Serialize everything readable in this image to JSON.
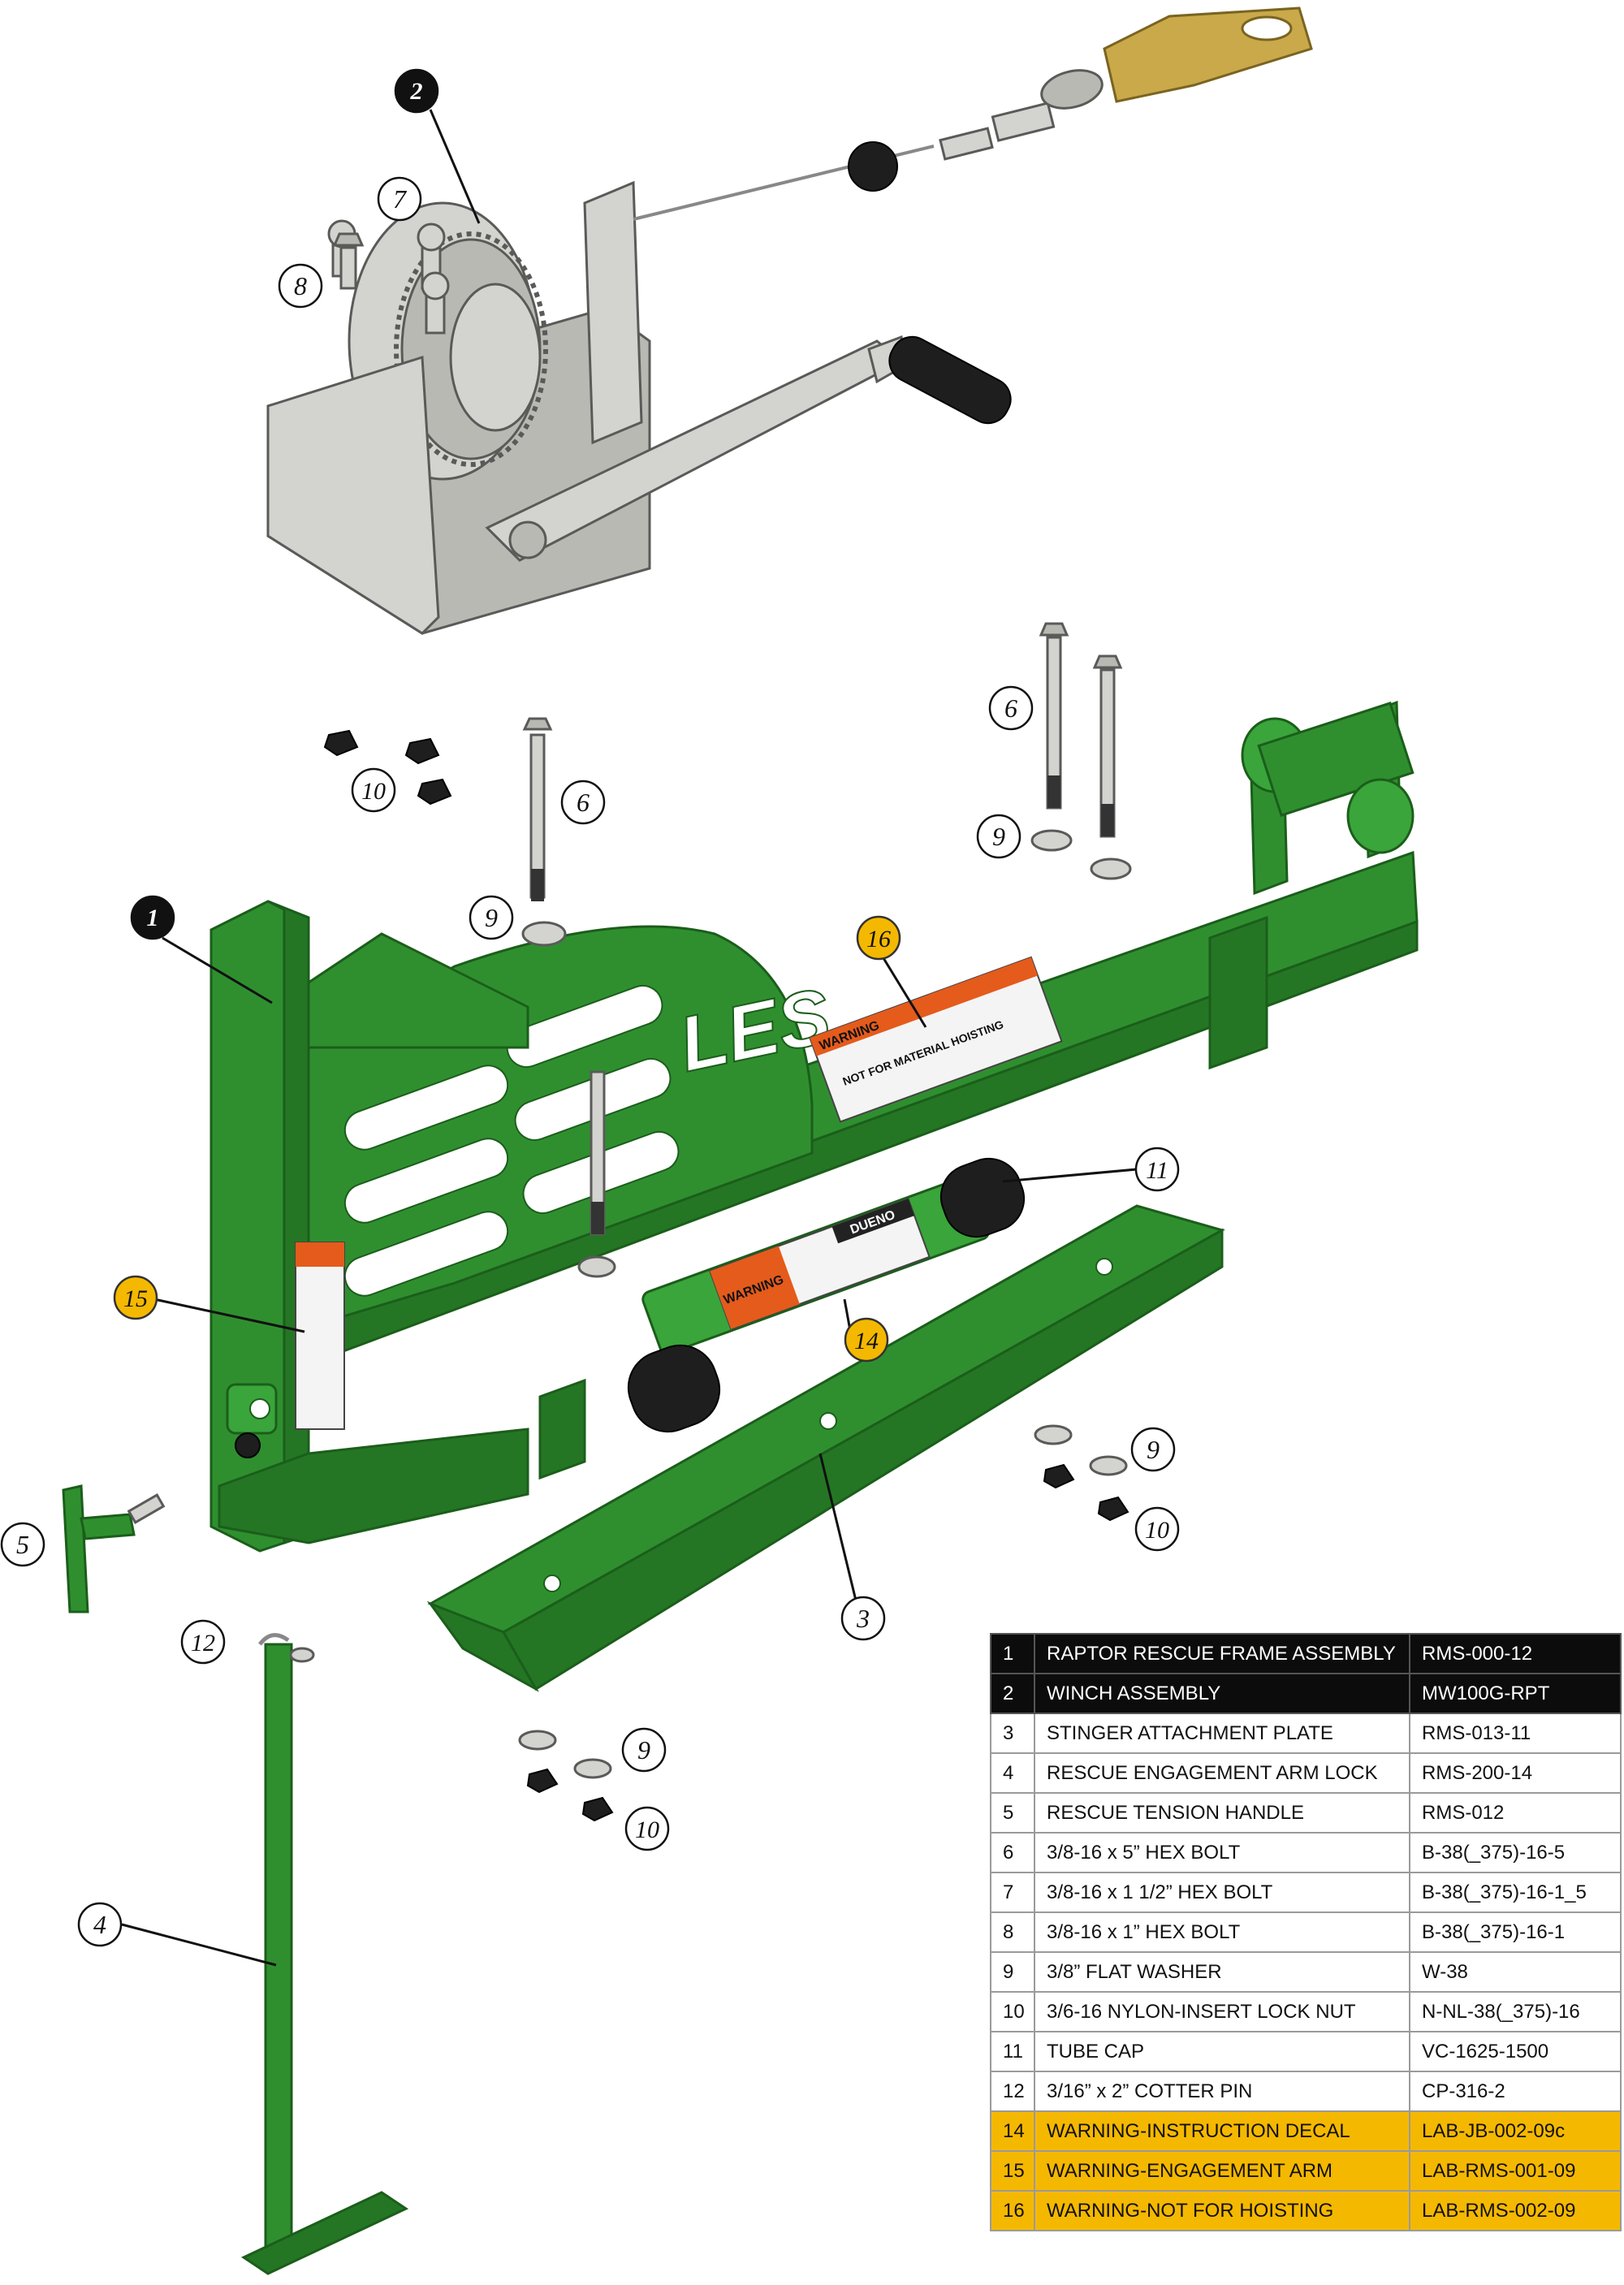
{
  "colors": {
    "frame_green": "#2f8f2f",
    "steel_gray": "#d3d3cf",
    "highlight_gold": "#f5b800",
    "header_black": "#0c0c0c"
  },
  "frame_lettering": "LES",
  "decals": {
    "warning": "WARNING",
    "dueno": "DUENO",
    "not_for_hoisting": "NOT FOR MATERIAL HOISTING"
  },
  "callouts": [
    {
      "id": "c1",
      "label": "1",
      "style": "black"
    },
    {
      "id": "c2",
      "label": "2",
      "style": "black"
    },
    {
      "id": "c3",
      "label": "3",
      "style": "white"
    },
    {
      "id": "c4",
      "label": "4",
      "style": "white"
    },
    {
      "id": "c5",
      "label": "5",
      "style": "white"
    },
    {
      "id": "c6a",
      "label": "6",
      "style": "white"
    },
    {
      "id": "c6b",
      "label": "6",
      "style": "white"
    },
    {
      "id": "c7",
      "label": "7",
      "style": "white"
    },
    {
      "id": "c8",
      "label": "8",
      "style": "white"
    },
    {
      "id": "c9a",
      "label": "9",
      "style": "white"
    },
    {
      "id": "c9b",
      "label": "9",
      "style": "white"
    },
    {
      "id": "c9c",
      "label": "9",
      "style": "white"
    },
    {
      "id": "c9d",
      "label": "9",
      "style": "white"
    },
    {
      "id": "c10a",
      "label": "10",
      "style": "white"
    },
    {
      "id": "c10b",
      "label": "10",
      "style": "white"
    },
    {
      "id": "c10c",
      "label": "10",
      "style": "white"
    },
    {
      "id": "c11",
      "label": "11",
      "style": "white"
    },
    {
      "id": "c12",
      "label": "12",
      "style": "white"
    },
    {
      "id": "c14",
      "label": "14",
      "style": "gold"
    },
    {
      "id": "c15",
      "label": "15",
      "style": "gold"
    },
    {
      "id": "c16",
      "label": "16",
      "style": "gold"
    }
  ],
  "parts_table": [
    {
      "item": "1",
      "description": "RAPTOR RESCUE FRAME ASSEMBLY",
      "part_no": "RMS-000-12",
      "style": "black"
    },
    {
      "item": "2",
      "description": "WINCH ASSEMBLY",
      "part_no": "MW100G-RPT",
      "style": "black"
    },
    {
      "item": "3",
      "description": "STINGER ATTACHMENT PLATE",
      "part_no": "RMS-013-11",
      "style": "plain"
    },
    {
      "item": "4",
      "description": "RESCUE ENGAGEMENT ARM LOCK",
      "part_no": "RMS-200-14",
      "style": "plain"
    },
    {
      "item": "5",
      "description": "RESCUE TENSION HANDLE",
      "part_no": "RMS-012",
      "style": "plain"
    },
    {
      "item": "6",
      "description": "3/8-16 x 5” HEX BOLT",
      "part_no": "B-38(_375)-16-5",
      "style": "plain"
    },
    {
      "item": "7",
      "description": "3/8-16 x 1 1/2” HEX BOLT",
      "part_no": "B-38(_375)-16-1_5",
      "style": "plain"
    },
    {
      "item": "8",
      "description": "3/8-16 x 1” HEX BOLT",
      "part_no": "B-38(_375)-16-1",
      "style": "plain"
    },
    {
      "item": "9",
      "description": "3/8” FLAT WASHER",
      "part_no": "W-38",
      "style": "plain"
    },
    {
      "item": "10",
      "description": "3/6-16 NYLON-INSERT LOCK NUT",
      "part_no": "N-NL-38(_375)-16",
      "style": "plain"
    },
    {
      "item": "11",
      "description": "TUBE CAP",
      "part_no": "VC-1625-1500",
      "style": "plain"
    },
    {
      "item": "12",
      "description": "3/16” x 2” COTTER PIN",
      "part_no": "CP-316-2",
      "style": "plain"
    },
    {
      "item": "14",
      "description": "WARNING-INSTRUCTION DECAL",
      "part_no": "LAB-JB-002-09c",
      "style": "gold"
    },
    {
      "item": "15",
      "description": "WARNING-ENGAGEMENT ARM",
      "part_no": "LAB-RMS-001-09",
      "style": "gold"
    },
    {
      "item": "16",
      "description": "WARNING-NOT FOR HOISTING",
      "part_no": "LAB-RMS-002-09",
      "style": "gold"
    }
  ]
}
